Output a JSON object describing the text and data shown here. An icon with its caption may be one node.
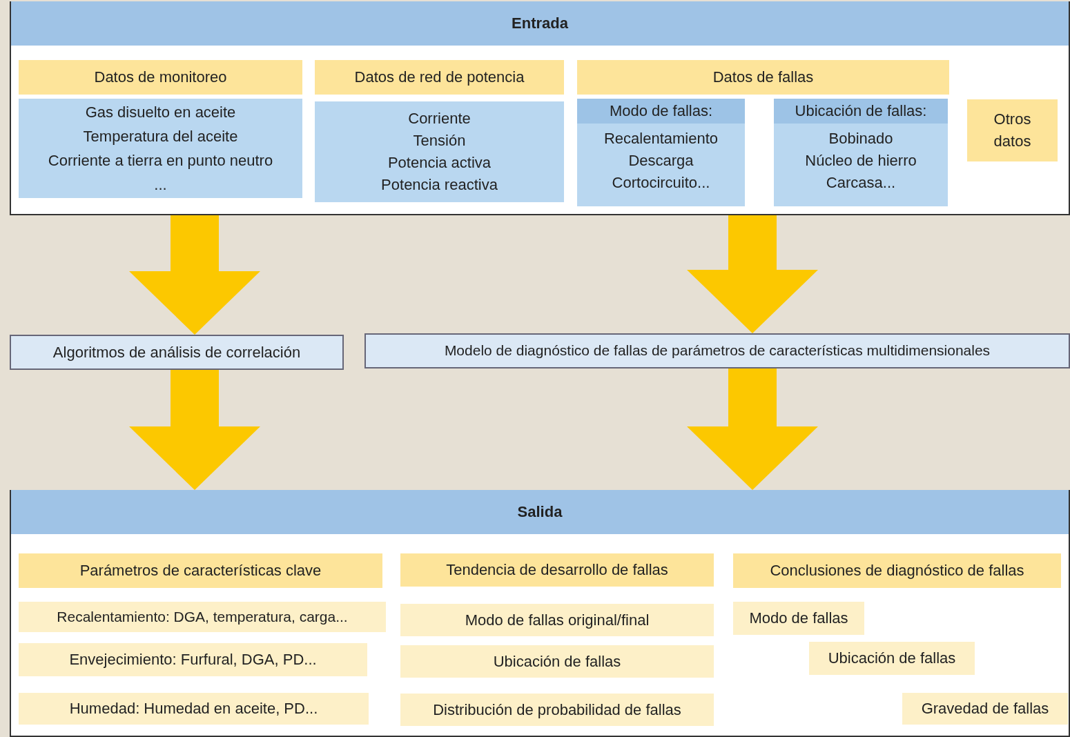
{
  "diagram": {
    "nodes": [
      {
        "text": [
          "Entrada"
        ]
      },
      {
        "text": [
          "Datos de monitoreo"
        ],
        "in": 0
      },
      {
        "text": [
          "Gas disuelto en aceite",
          "Temperatura del aceite",
          "Corriente a tierra en punto neutro",
          "..."
        ],
        "in": 0
      },
      {
        "text": [
          "Datos de red de potencia"
        ],
        "in": 0
      },
      {
        "text": [
          "Corriente",
          "Tensión",
          "Potencia activa",
          "Potencia reactiva"
        ],
        "in": 0
      },
      {
        "text": [
          "Datos de fallas"
        ],
        "in": 0
      },
      {
        "text": [
          "Modo de fallas:",
          "Recalentamiento",
          "Descarga",
          "Cortocircuito..."
        ],
        "in": 0
      },
      {
        "text": [
          "Ubicación de fallas:",
          "Bobinado",
          "Núcleo de hierro",
          "Carcasa..."
        ],
        "in": 0
      },
      {
        "text": [
          "Otros datos"
        ],
        "in": 0
      },
      {
        "text": [
          "Algoritmos de análisis de correlación"
        ]
      },
      {
        "text": [
          "Modelo de diagnóstico de fallas de parámetros de características multidimensionales"
        ]
      },
      {
        "text": [
          "Salida"
        ]
      },
      {
        "text": [
          "Parámetros de características clave"
        ],
        "in": 11
      },
      {
        "text": [
          "Recalentamiento: DGA, temperatura, carga..."
        ],
        "in": 11
      },
      {
        "text": [
          "Envejecimiento: Furfural, DGA, PD..."
        ],
        "in": 11
      },
      {
        "text": [
          "Humedad: Humedad en aceite, PD..."
        ],
        "in": 11
      },
      {
        "text": [
          "Tendencia de desarrollo de fallas"
        ],
        "in": 11
      },
      {
        "text": [
          "Modo de fallas original/final"
        ],
        "in": 11
      },
      {
        "text": [
          "Ubicación de fallas"
        ],
        "in": 11
      },
      {
        "text": [
          "Distribución de probabilidad de fallas"
        ],
        "in": 11
      },
      {
        "text": [
          "Conclusiones de diagnóstico de fallas"
        ],
        "in": 11
      },
      {
        "text": [
          "Modo de fallas"
        ],
        "in": 11
      },
      {
        "text": [
          "Ubicación de fallas"
        ],
        "in": 11
      },
      {
        "text": [
          "Gravedad de fallas"
        ],
        "in": 11
      }
    ],
    "edges": [
      {
        "from": 0,
        "to": 9,
        "arrow": "to"
      },
      {
        "from": 0,
        "to": 10,
        "arrow": "to"
      },
      {
        "from": 9,
        "to": 11,
        "arrow": "to"
      },
      {
        "from": 10,
        "to": 11,
        "arrow": "to"
      }
    ]
  }
}
